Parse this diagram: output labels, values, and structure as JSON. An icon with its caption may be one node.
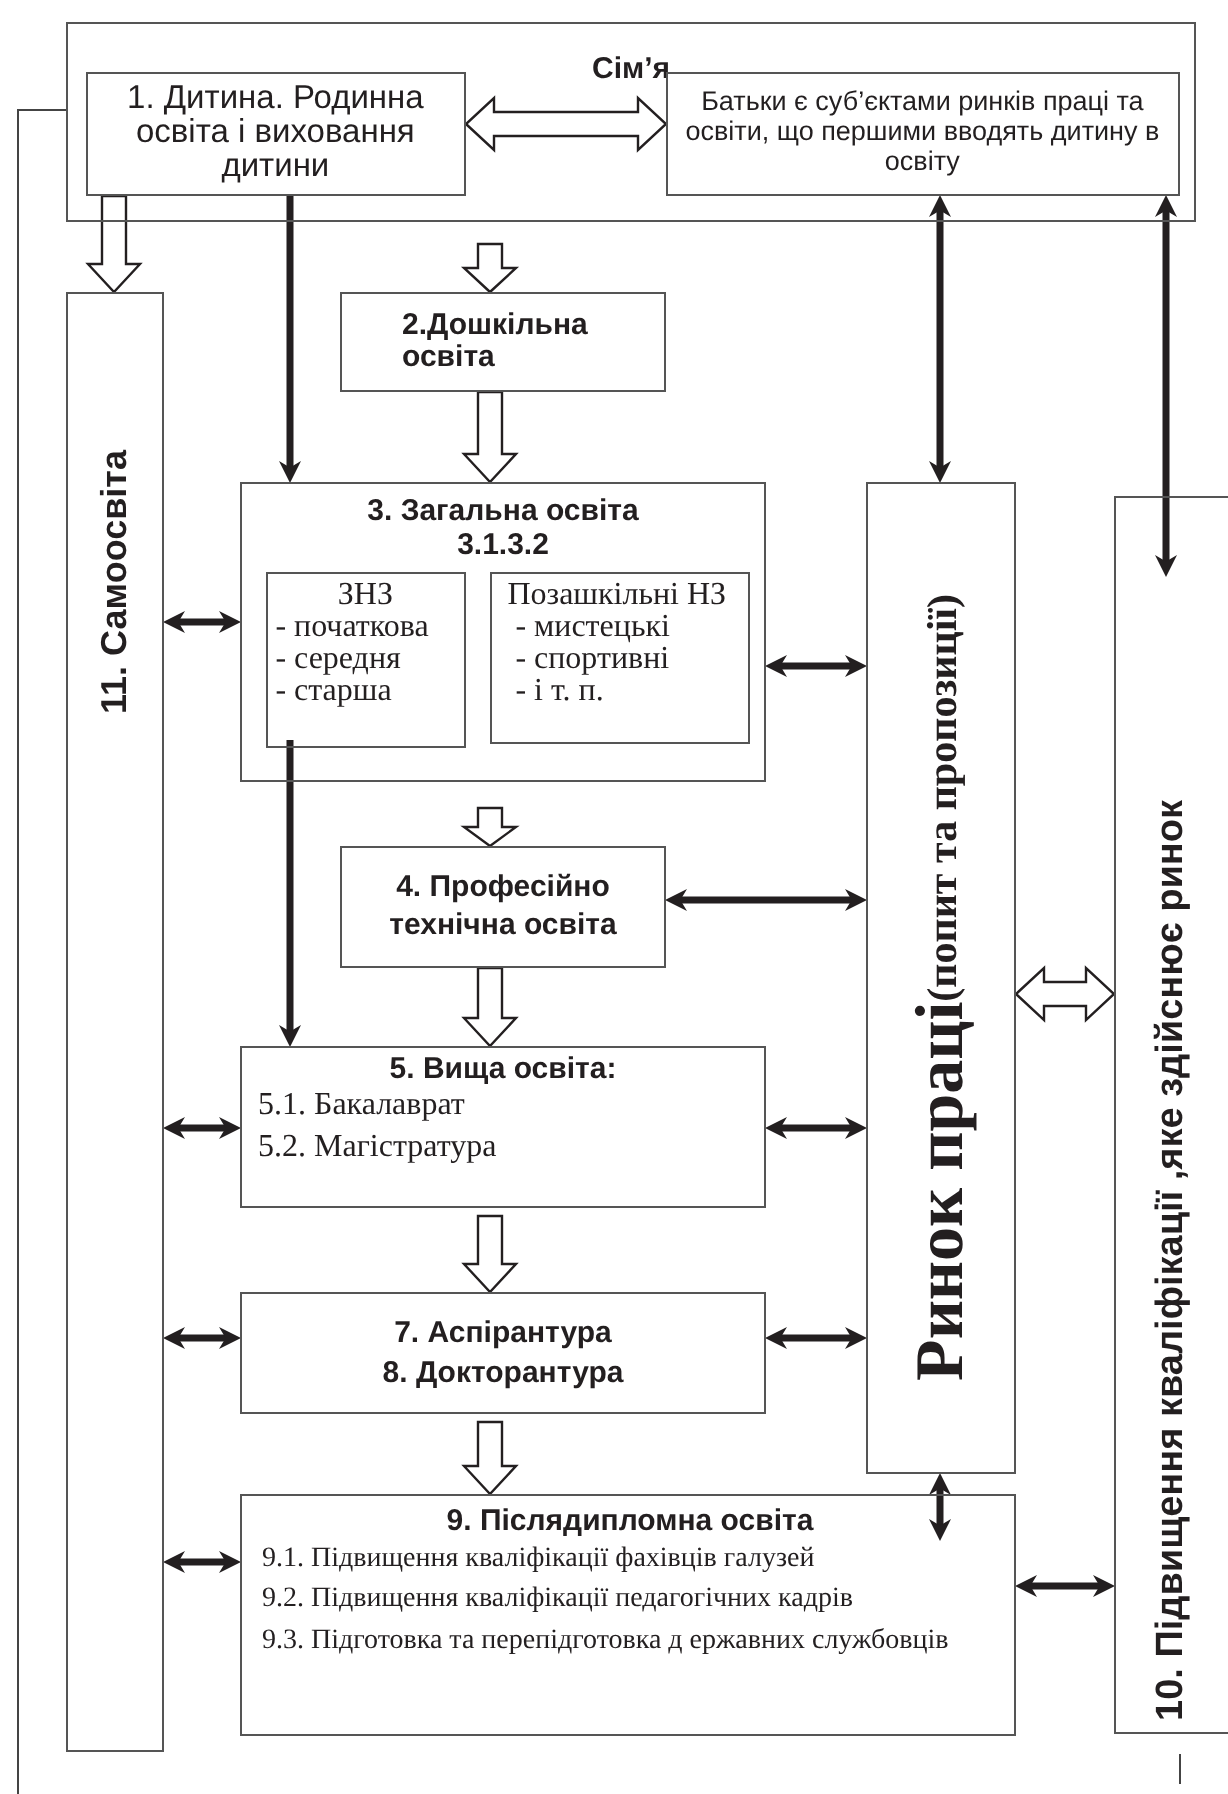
{
  "diagram": {
    "nodes": [
      {
        "text": [
          "Сім’я"
        ]
      },
      {
        "text": [
          "1. Дитина. Родинна освіта і виховання дитини"
        ],
        "in": 0
      },
      {
        "text": [
          "Батьки є суб’єктами ринків праці та освіти, що першими вводять дитину в освіту"
        ],
        "in": 0
      },
      {
        "text": [
          "2.Дошкільна освіта"
        ]
      },
      {
        "text": [
          "3. Загальна освіта",
          "3.1.3.2"
        ]
      },
      {
        "text": [
          "ЗНЗ",
          "- початкова",
          "- середня",
          "- старша"
        ],
        "in": 4
      },
      {
        "text": [
          "Позашкільні НЗ",
          "- мистецькі",
          "- спортивні",
          "- і т. п."
        ],
        "in": 4
      },
      {
        "text": [
          "4. Професійно технічна освіта"
        ]
      },
      {
        "text": [
          "5. Вища освіта:",
          "5.1. Бакалаврат",
          "5.2. Магістратура"
        ]
      },
      {
        "text": [
          "7. Аспірантура",
          "8. Докторантура"
        ]
      },
      {
        "text": [
          "9. Післядипломна освіта",
          "9.1. Підвищення кваліфікації фахівців галузей",
          "9.2. Підвищення кваліфікації педагогічних кадрів",
          "9.3. Підготовка та перепідготовка д ержавних службовців"
        ]
      },
      {
        "text": [
          "Ринок праці",
          "(попит та пропозиції)"
        ]
      },
      {
        "text": [
          "10. Підвищення кваліфікації ,яке здійснює ринок"
        ]
      },
      {
        "text": [
          "11. Самоосвіта"
        ]
      }
    ],
    "edges": [
      {
        "from": 1,
        "to": 2,
        "arrow": "both",
        "style": "thick"
      },
      {
        "from": 1,
        "to": 13,
        "arrow": "to",
        "style": "thick"
      },
      {
        "from": 0,
        "to": 3,
        "arrow": "to",
        "style": "thick"
      },
      {
        "from": 3,
        "to": 4,
        "arrow": "to",
        "style": "thick"
      },
      {
        "from": 4,
        "to": 7,
        "arrow": "to",
        "style": "thick"
      },
      {
        "from": 7,
        "to": 8,
        "arrow": "to",
        "style": "thick"
      },
      {
        "from": 8,
        "to": 9,
        "arrow": "to",
        "style": "thick"
      },
      {
        "from": 9,
        "to": 10,
        "arrow": "to",
        "style": "thick"
      },
      {
        "from": 11,
        "to": 12,
        "arrow": "both",
        "style": "thick"
      },
      {
        "from": 1,
        "to": 4,
        "arrow": "to"
      },
      {
        "from": 11,
        "to": 2,
        "arrow": "both"
      },
      {
        "from": 12,
        "to": 2,
        "arrow": "both"
      },
      {
        "from": 5,
        "to": 8,
        "arrow": "to"
      },
      {
        "from": 13,
        "to": 4,
        "arrow": "both"
      },
      {
        "from": 13,
        "to": 8,
        "arrow": "both"
      },
      {
        "from": 13,
        "to": 9,
        "arrow": "both"
      },
      {
        "from": 13,
        "to": 10,
        "arrow": "both"
      },
      {
        "from": 4,
        "to": 11,
        "arrow": "both"
      },
      {
        "from": 7,
        "to": 11,
        "arrow": "both"
      },
      {
        "from": 8,
        "to": 11,
        "arrow": "both"
      },
      {
        "from": 9,
        "to": 11,
        "arrow": "both"
      },
      {
        "from": 11,
        "to": 10,
        "arrow": "both"
      },
      {
        "from": 10,
        "to": 12,
        "arrow": "both"
      }
    ]
  }
}
